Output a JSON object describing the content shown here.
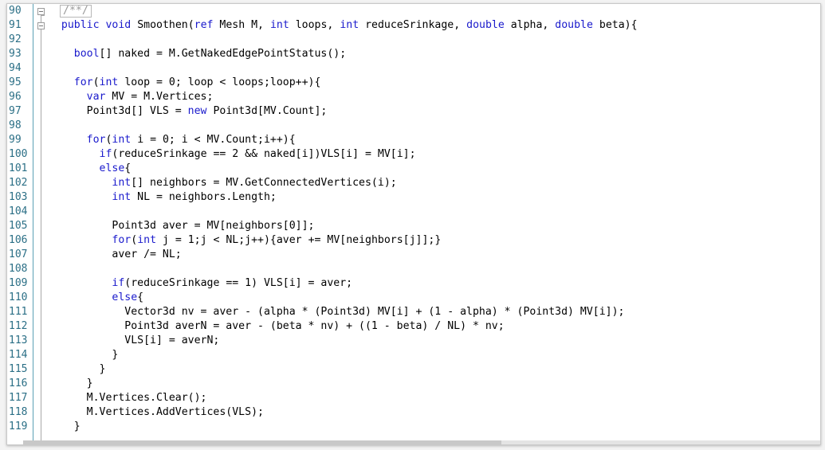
{
  "editor": {
    "line_numbers": [
      "90",
      "91",
      "92",
      "93",
      "94",
      "95",
      "96",
      "97",
      "98",
      "99",
      "100",
      "101",
      "102",
      "103",
      "104",
      "105",
      "106",
      "107",
      "108",
      "109",
      "110",
      "111",
      "112",
      "113",
      "114",
      "115",
      "116",
      "117",
      "118",
      "119"
    ],
    "lines": [
      [
        {
          "t": "/**/",
          "c": "cmbox"
        }
      ],
      [
        {
          "t": "  "
        },
        {
          "t": "public",
          "c": "kw"
        },
        {
          "t": " "
        },
        {
          "t": "void",
          "c": "kw"
        },
        {
          "t": " Smoothen("
        },
        {
          "t": "ref",
          "c": "kw"
        },
        {
          "t": " Mesh M, "
        },
        {
          "t": "int",
          "c": "kw"
        },
        {
          "t": " loops, "
        },
        {
          "t": "int",
          "c": "kw"
        },
        {
          "t": " reduceSrinkage, "
        },
        {
          "t": "double",
          "c": "kw"
        },
        {
          "t": " alpha, "
        },
        {
          "t": "double",
          "c": "kw"
        },
        {
          "t": " beta){"
        }
      ],
      [],
      [
        {
          "t": "    "
        },
        {
          "t": "bool",
          "c": "kw"
        },
        {
          "t": "[] naked = M.GetNakedEdgePointStatus();"
        }
      ],
      [],
      [
        {
          "t": "    "
        },
        {
          "t": "for",
          "c": "kw"
        },
        {
          "t": "("
        },
        {
          "t": "int",
          "c": "kw"
        },
        {
          "t": " loop = 0; loop < loops;loop++){"
        }
      ],
      [
        {
          "t": "      "
        },
        {
          "t": "var",
          "c": "kw"
        },
        {
          "t": " MV = M.Vertices;"
        }
      ],
      [
        {
          "t": "      Point3d[] VLS = "
        },
        {
          "t": "new",
          "c": "kw"
        },
        {
          "t": " Point3d[MV.Count];"
        }
      ],
      [],
      [
        {
          "t": "      "
        },
        {
          "t": "for",
          "c": "kw"
        },
        {
          "t": "("
        },
        {
          "t": "int",
          "c": "kw"
        },
        {
          "t": " i = 0; i < MV.Count;i++){"
        }
      ],
      [
        {
          "t": "        "
        },
        {
          "t": "if",
          "c": "kw"
        },
        {
          "t": "(reduceSrinkage == 2 && naked[i])VLS[i] = MV[i];"
        }
      ],
      [
        {
          "t": "        "
        },
        {
          "t": "else",
          "c": "kw"
        },
        {
          "t": "{"
        }
      ],
      [
        {
          "t": "          "
        },
        {
          "t": "int",
          "c": "kw"
        },
        {
          "t": "[] neighbors = MV.GetConnectedVertices(i);"
        }
      ],
      [
        {
          "t": "          "
        },
        {
          "t": "int",
          "c": "kw"
        },
        {
          "t": " NL = neighbors.Length;"
        }
      ],
      [],
      [
        {
          "t": "          Point3d aver = MV[neighbors[0]];"
        }
      ],
      [
        {
          "t": "          "
        },
        {
          "t": "for",
          "c": "kw"
        },
        {
          "t": "("
        },
        {
          "t": "int",
          "c": "kw"
        },
        {
          "t": " j = 1;j < NL;j++){aver += MV[neighbors[j]];}"
        }
      ],
      [
        {
          "t": "          aver /= NL;"
        }
      ],
      [],
      [
        {
          "t": "          "
        },
        {
          "t": "if",
          "c": "kw"
        },
        {
          "t": "(reduceSrinkage == 1) VLS[i] = aver;"
        }
      ],
      [
        {
          "t": "          "
        },
        {
          "t": "else",
          "c": "kw"
        },
        {
          "t": "{"
        }
      ],
      [
        {
          "t": "            Vector3d nv = aver - (alpha * (Point3d) MV[i] + (1 - alpha) * (Point3d) MV[i]);"
        }
      ],
      [
        {
          "t": "            Point3d averN = aver - (beta * nv) + ((1 - beta) / NL) * nv;"
        }
      ],
      [
        {
          "t": "            VLS[i] = averN;"
        }
      ],
      [
        {
          "t": "          }"
        }
      ],
      [
        {
          "t": "        }"
        }
      ],
      [
        {
          "t": "      }"
        }
      ],
      [
        {
          "t": "      M.Vertices.Clear();"
        }
      ],
      [
        {
          "t": "      M.Vertices.AddVertices(VLS);"
        }
      ],
      [
        {
          "t": "    }"
        }
      ]
    ]
  },
  "colors": {
    "keyword": "#1a1acc",
    "line_number": "#2b6f86",
    "comment": "#8a8a8a"
  },
  "icons": {
    "fold_markers": [
      "fold-collapse-icon",
      "fold-collapse-icon"
    ]
  }
}
